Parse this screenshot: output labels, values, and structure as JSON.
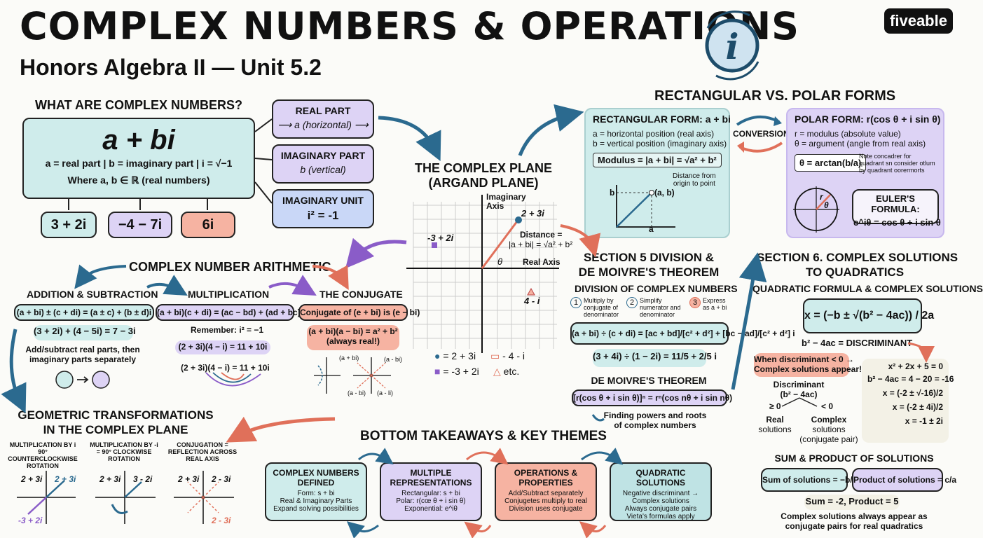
{
  "title": "COMPLEX NUMBERS & OPERATIONS",
  "subtitle": "Honors Algebra II — Unit 5.2",
  "logo": "fiveable",
  "what": {
    "heading": "WHAT ARE COMPLEX NUMBERS?",
    "formula": "a + bi",
    "parts": "a = real part  |  b = imaginary part  |  i = √−1",
    "where": "Where a, b ∈ ℝ (real numbers)",
    "examples": [
      "3 + 2i",
      "−4 − 7i",
      "6i"
    ],
    "real_part_title": "REAL PART",
    "real_part_desc": "⟶ a (horizontal) ⟶",
    "imag_part_title": "IMAGINARY PART",
    "imag_part_desc": "b (vertical)",
    "imag_unit_title": "IMAGINARY UNIT",
    "imag_unit_desc": "i² = -1"
  },
  "plane": {
    "heading1": "THE COMPLEX PLANE",
    "heading2": "(ARGAND PLANE)",
    "imag_axis1": "Imaginary",
    "imag_axis2": "Axis",
    "real_axis": "Real Axis",
    "p1": "2 + 3i",
    "p2": "-3 + 2i",
    "p3": "4 - i",
    "theta": "θ",
    "distance1": "Distance =",
    "distance2": "|a + bi| = √a² + b²",
    "legend": [
      "= 2 + 3i",
      "- 4 - i",
      "= -3 + 2i",
      "etc."
    ]
  },
  "rect_polar": {
    "heading": "RECTANGULAR VS. POLAR FORMS",
    "rect_title": "RECTANGULAR FORM: a + bi",
    "rect_l1": "a = horizontal position (real axis)",
    "rect_l2": "b = vertical position (imaginary axis)",
    "modulus": "Modulus = |a + bi| = √a² + b²",
    "dist_note1": "Distance from",
    "dist_note2": "origin to point",
    "graph_b": "b",
    "graph_a": "a",
    "graph_pt": "(a, b)",
    "conversion": "CONVERSION",
    "polar_title": "POLAR FORM: r(cos θ + i sin θ)",
    "polar_l1": "r = modulus (absolute value)",
    "polar_l2": "θ = argument (angle from real axis)",
    "arctan": "θ = arctan(b/a)",
    "note1": "Note concadrer for",
    "note2": "quadrant sn consider otlum",
    "note3": "by quadrant oorermorts",
    "euler_title": "EULER'S FORMULA:",
    "euler": "e^iθ = cos θ + i sin θ",
    "circle_r": "r",
    "circle_theta": "θ"
  },
  "arith": {
    "heading": "COMPLEX NUMBER ARITHMETIC",
    "add_title": "ADDITION & SUBTRACTION",
    "add_formula": "(a + bi) ± (c + di) = (a ± c) + (b ± d)i",
    "add_example": "(3 + 2i) + (4 − 5i) = 7 − 3i",
    "add_note1": "Add/subtract real parts, then",
    "add_note2": "imaginary parts separately",
    "mult_title": "MULTIPLICATION",
    "mult_formula": "(a + bi)(c + di) = (ac − bd) + (ad + bc)i",
    "remember": "Remember: i² = −1",
    "mult_ex1": "(2 + 3i)(4 − i) = 11 + 10i",
    "mult_ex2": "(2 + 3i)(4 − i) = 11 + 10i",
    "conj_title": "THE CONJUGATE",
    "conj_formula": "Conjugate of (e + bi) is (e − bi)",
    "conj_product": "(a + bi)(a − bi) = a² + b²",
    "conj_note": "(always real!)",
    "conj_labels": [
      "(a + bi)",
      "(a - bi)",
      "(a - bi)",
      "(a - li)"
    ]
  },
  "geo": {
    "heading1": "GEOMETRIC TRANSFORMATIONS",
    "heading2": "IN THE COMPLEX PLANE",
    "t1_1": "MULTIPLICATION BY i",
    "t1_2": "90° COUNTERCLOCKWISE",
    "t1_3": "ROTATION",
    "t2_1": "MULTIPLICATION BY -i",
    "t2_2": "= 90° CLOCKWISE",
    "t2_3": "ROTATION",
    "t3_1": "CONJUGATION =",
    "t3_2": "REFLECTION ACROSS",
    "t3_3": "REAL AXIS",
    "g1_a": "2 + 3i",
    "g1_b": "2 + 3i",
    "g1_c": "-3 + 2i",
    "g2_a": "2 + 3i",
    "g2_b": "3 - 2i",
    "g3_a": "2 + 3i",
    "g3_b": "2 - 3i",
    "g3_c": "2 - 3i"
  },
  "division": {
    "heading1": "SECTION 5 DIVISION &",
    "heading2": "DE MOIVRE'S THEOREM",
    "sub": "DIVISION OF COMPLEX NUMBERS",
    "step1_n": "1",
    "step1": "Multiply by conjugate of denominator",
    "step2_n": "2",
    "step2": "Simplify numerator and denominator",
    "step3_n": "3",
    "step3": "Express as a + bi",
    "formula": "(a + bi) ÷ (c + di) = [ac + bd]/[c² + d²] + [bc − ad]/[c² + d²] i",
    "example": "(3 + 4i) ÷ (1 − 2i) = 11/5 + 2/5 i",
    "dm_title": "DE MOIVRE'S THEOREM",
    "dm_formula": "[r(cos θ + i sin θ)]ⁿ = rⁿ(cos nθ + i sin nθ)",
    "dm_note1": "Finding powers and roots",
    "dm_note2": "of complex numbers"
  },
  "quad": {
    "heading1": "SECTION 6. COMPLEX SOLUTIONS",
    "heading2": "TO QUADRATICS",
    "sub": "QUADRATIC FORMULA & COMPLEX SOLUTIONS",
    "formula": "x = (−b ± √(b² − 4ac)) / 2a",
    "disc": "b² − 4ac = DISCRIMINANT",
    "when1": "When discriminant < 0 →",
    "when2": "Complex solutions appear!",
    "disc_label1": "Discriminant",
    "disc_label2": "(b² − 4ac)",
    "ge0": "≥ 0",
    "lt0": "< 0",
    "real1": "Real",
    "real2": "solutions",
    "cplx1": "Complex",
    "cplx2": "solutions",
    "cplx3": "(conjugate pair)",
    "ex": [
      "x² + 2x + 5 = 0",
      "b² − 4ac = 4 − 20 = -16",
      "x = (-2 ± √-16)/2",
      "x = (-2 ± 4i)/2",
      "x = -1 ± 2i"
    ],
    "sp_title": "SUM & PRODUCT OF SOLUTIONS",
    "sum": "Sum of solutions = −b/a",
    "product": "Product of solutions = c/a",
    "sp_ex": "Sum = -2, Product = 5",
    "note1": "Complex solutions always appear as",
    "note2": "conjugate pairs for real quadratics"
  },
  "takeaways": {
    "heading": "BOTTOM TAKEAWAYS & KEY THEMES",
    "cards": [
      {
        "title": "COMPLEX NUMBERS DEFINED",
        "lines": [
          "Form: s + bi",
          "Real & Imaginary Parts",
          "Expand solving possibilities"
        ]
      },
      {
        "title": "MULTIPLE REPRESENTATIONS",
        "lines": [
          "Rectangular: s + bi",
          "Polar: r(cœ θ + i sin θ)",
          "Exponential: e^iθ"
        ]
      },
      {
        "title": "OPERATIONS & PROPERTIES",
        "lines": [
          "Add/Subtract separately",
          "Conjugetes multiply to real",
          "Division uses conjugate"
        ]
      },
      {
        "title": "QUADRATIC SOLUTIONS",
        "lines": [
          "Negative discriminant →",
          "Complex solutions",
          "Always conjugate pairs",
          "Vieta's formulas apply"
        ]
      }
    ]
  },
  "colors": {
    "teal": "#cfeceb",
    "lavender": "#ddd3f5",
    "blue": "#c9d7f7",
    "salmon": "#f6b3a2",
    "arrow_blue": "#2b6a8f",
    "arrow_red": "#e0705a",
    "arrow_purple": "#8a5cc8"
  }
}
